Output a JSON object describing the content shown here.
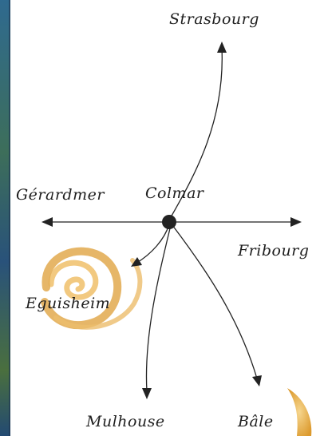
{
  "map": {
    "center": "Colmar",
    "destinations": {
      "north": "Strasbourg",
      "west": "Gérardmer",
      "east": "Fribourg",
      "southwest": "Eguisheim",
      "south": "Mulhouse",
      "southeast": "Bâle"
    }
  },
  "colors": {
    "line": "#222222",
    "hub": "#222222",
    "spiral_gold": "#e0a23a",
    "spiral_light": "#f3c978",
    "side_strip": "#2a4f7a"
  }
}
